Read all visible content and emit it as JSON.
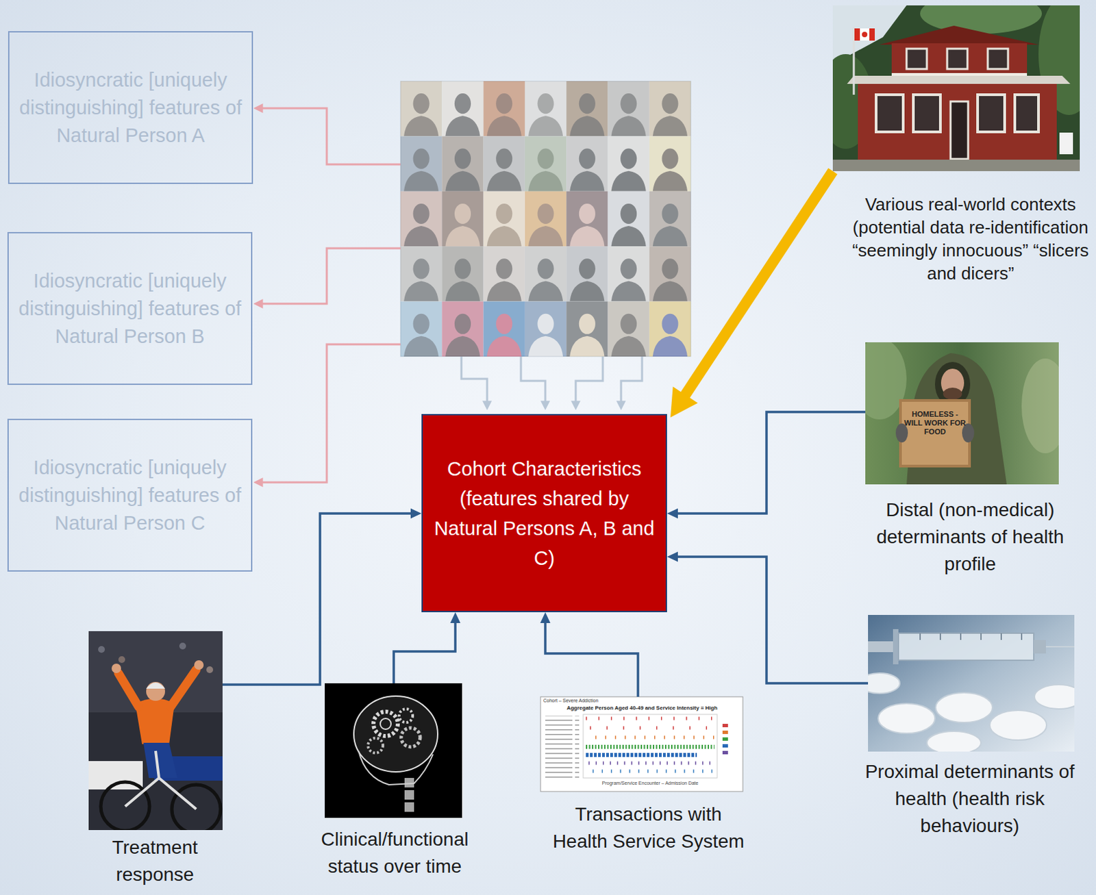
{
  "diagram": {
    "nodes": [
      {
        "text": [
          "Idiosyncratic [uniquely distinguishing] features of Natural Person A"
        ]
      },
      {
        "text": [
          "Idiosyncratic [uniquely distinguishing] features of Natural Person B"
        ]
      },
      {
        "text": [
          "Idiosyncratic [uniquely distinguishing] features of Natural Person C"
        ]
      },
      {
        "text": [
          "Various real-world contexts (potential data re-identification “seemingly innocuous” “slicers and dicers”"
        ]
      },
      {
        "text": [
          "Cohort Characteristics (features shared by Natural Persons A, B and C)"
        ]
      },
      {
        "text": [
          "Distal (non-medical) determinants of health profile"
        ]
      },
      {
        "text": [
          "Proximal determinants of health (health risk behaviours)"
        ]
      },
      {
        "text": [
          "Treatment response"
        ]
      },
      {
        "text": [
          "Clinical/functional status over time"
        ]
      },
      {
        "text": [
          "Transactions with Health Service System"
        ]
      }
    ],
    "edges": [
      {
        "from": 3,
        "to": 4,
        "arrow": "to"
      },
      {
        "from": 5,
        "to": 4,
        "arrow": "to"
      },
      {
        "from": 6,
        "to": 4,
        "arrow": "to"
      },
      {
        "from": 7,
        "to": 4,
        "arrow": "to"
      },
      {
        "from": 8,
        "to": 4,
        "arrow": "to"
      },
      {
        "from": 9,
        "to": 4,
        "arrow": "to"
      }
    ],
    "labels": [
      "HOMELESS - WILL WORK FOR FOOD",
      "Cohort – Severe Addiction",
      "Aggregate Person Aged 40-49 and Service Intensity = High",
      "Program/Service Encounter – Admission Date"
    ]
  }
}
